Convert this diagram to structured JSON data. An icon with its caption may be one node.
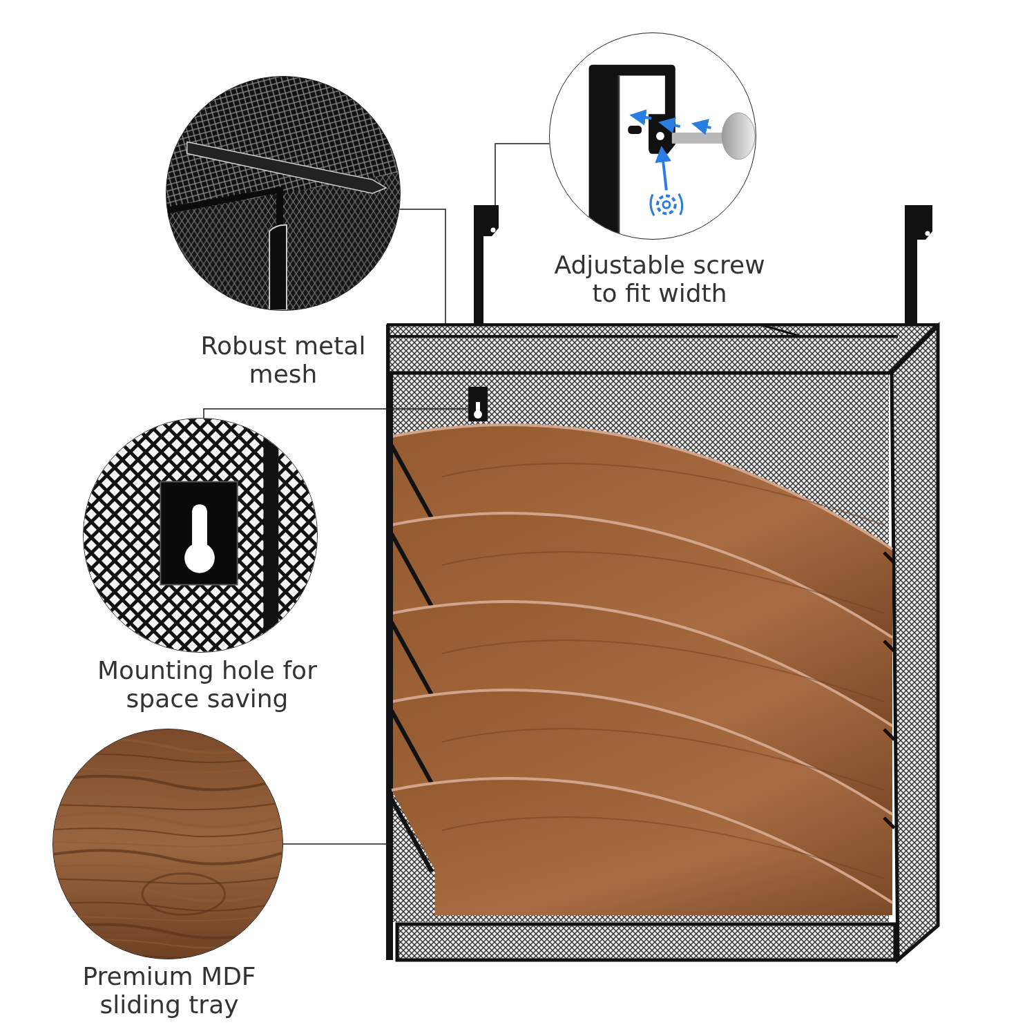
{
  "diagram": {
    "nodes": [
      {
        "text": [],
        "shape": "picture",
        "beside": [
          "Robust metal mesh"
        ]
      },
      {
        "text": [],
        "shape": "picture",
        "beside": [
          "Adjustable screw to fit width"
        ]
      },
      {
        "text": [],
        "shape": "picture",
        "beside": [
          "Mounting hole for space saving"
        ]
      },
      {
        "text": [],
        "shape": "picture",
        "beside": [
          "Premium MDF sliding tray"
        ]
      },
      {
        "text": [],
        "shape": "picture"
      },
      {
        "text": [],
        "shape": "picture"
      },
      {
        "text": [],
        "shape": "picture"
      },
      {
        "text": [],
        "shape": "picture",
        "in": 4
      },
      {
        "text": [],
        "shape": "picture",
        "in": 4
      }
    ],
    "edges": [
      {
        "from": 0,
        "to": 5,
        "arrow": "none"
      },
      {
        "from": 1,
        "to": 6,
        "arrow": "none"
      },
      {
        "from": 2,
        "to": 7,
        "arrow": "none"
      },
      {
        "from": 3,
        "to": 8,
        "arrow": "none"
      }
    ]
  }
}
